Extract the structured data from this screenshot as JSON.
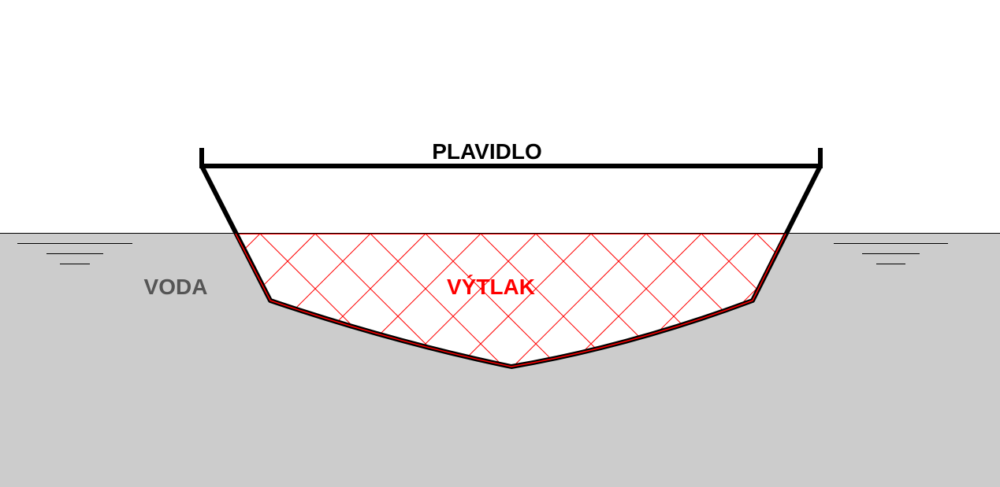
{
  "labels": {
    "vessel": "PLAVIDLO",
    "water": "VODA",
    "displacement": "VÝTLAK"
  },
  "colors": {
    "water": "#cccccc",
    "hull": "#000000",
    "displacement": "#ff0000",
    "water_label": "#555555",
    "background": "#ffffff"
  }
}
